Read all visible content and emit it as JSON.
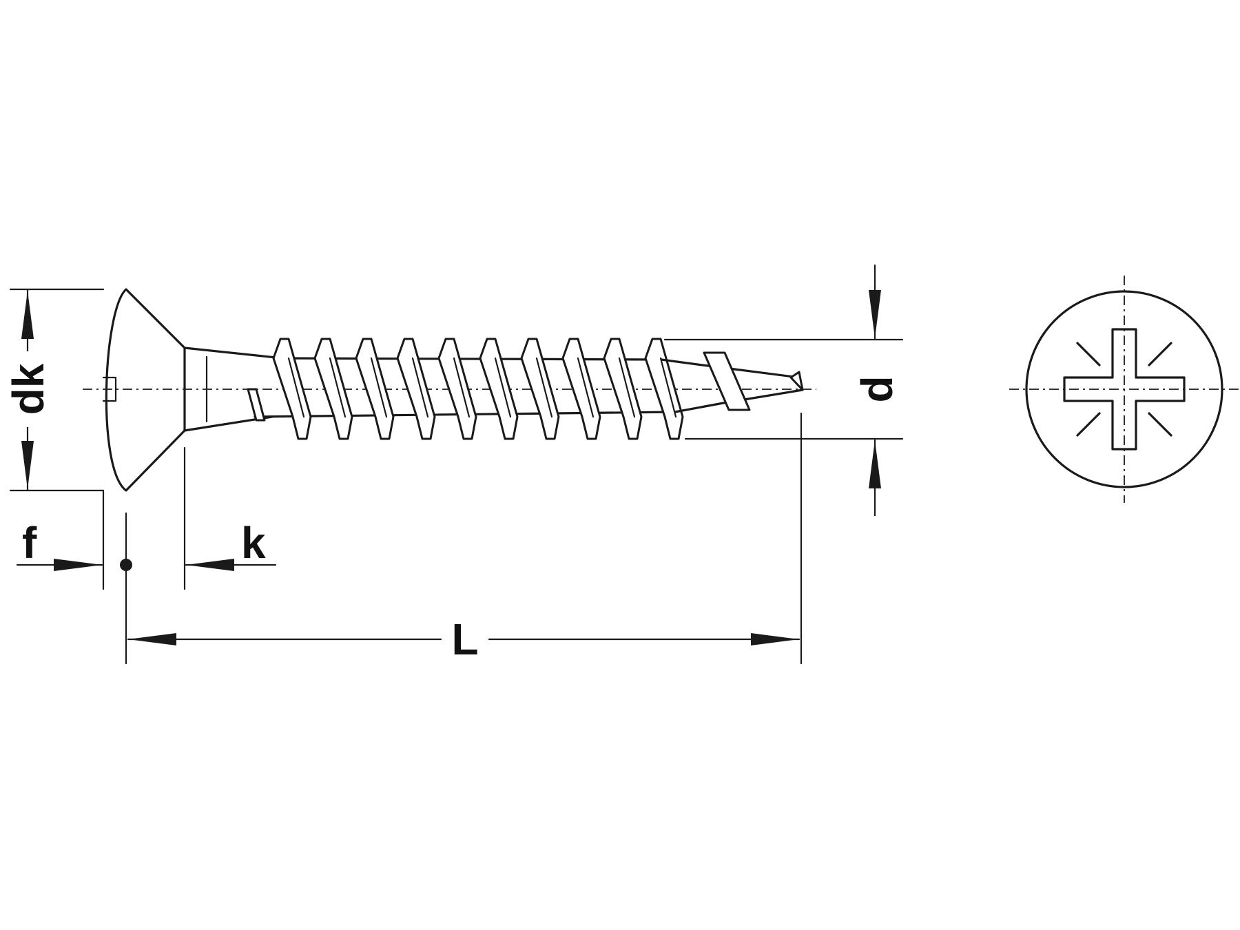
{
  "labels": {
    "dk": "dk",
    "f": "f",
    "k": "k",
    "L": "L",
    "d": "d"
  },
  "colors": {
    "line": "#1a1a1a",
    "background": "#ffffff"
  }
}
